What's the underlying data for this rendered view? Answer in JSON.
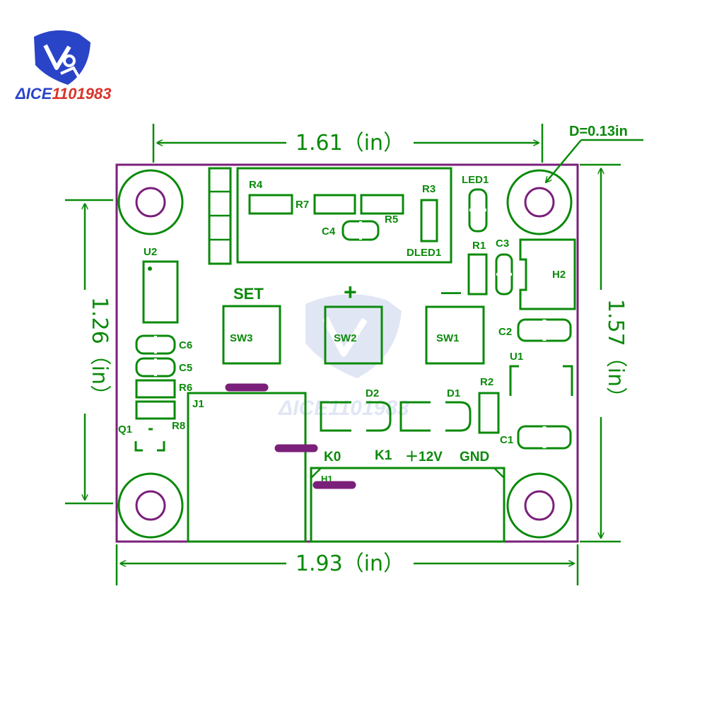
{
  "brand": {
    "logo_text": "ΔICE1101983",
    "watermark_text": "ΔICE1101983",
    "color_blue": "#2a44c8",
    "color_red": "#d9342b"
  },
  "colors": {
    "silkscreen": "#0a8a0a",
    "board_outline": "#7a1f7a",
    "jumper": "#7a1f7a"
  },
  "dimensions": {
    "top": "1.61（in）",
    "bottom": "1.93（in）",
    "left": "1.26（in）",
    "right": "1.57（in）",
    "hole_diameter": "D=0.13in"
  },
  "components": {
    "r4": "R4",
    "r7": "R7",
    "r5": "R5",
    "r3": "R3",
    "c4": "C4",
    "dled1": "DLED1",
    "led1": "LED1",
    "r1": "R1",
    "c3": "C3",
    "h2": "H2",
    "u2": "U2",
    "set": "SET",
    "plus": "+",
    "minus": "—",
    "sw3": "SW3",
    "sw2": "SW2",
    "sw1": "SW1",
    "c2": "C2",
    "u1": "U1",
    "c6": "C6",
    "c5": "C5",
    "r6": "R6",
    "r8": "R8",
    "q1": "Q1",
    "j1": "J1",
    "d2": "D2",
    "d1": "D1",
    "r2": "R2",
    "c1": "C1",
    "k0": "K0",
    "k1": "K1",
    "v12": "＋12V",
    "gnd": "GND",
    "h1": "H1"
  }
}
